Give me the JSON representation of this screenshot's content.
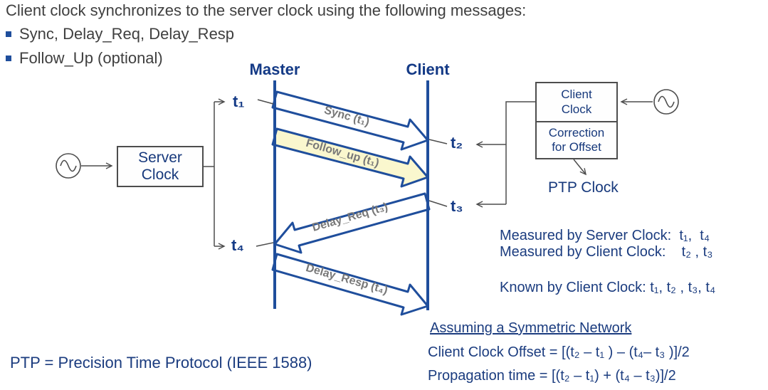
{
  "slide": {
    "title": "Client clock synchronizes to the server clock using the following messages:",
    "bullets": [
      {
        "label": "Sync, Delay_Req, Delay_Resp"
      },
      {
        "label": "Follow_Up (optional)"
      }
    ],
    "footer": "PTP = Precision Time Protocol (IEEE 1588)"
  },
  "sequence_diagram": {
    "lifelines": [
      {
        "label": "Master"
      },
      {
        "label": "Client"
      }
    ],
    "messages": [
      {
        "label": "Sync (t₁)",
        "from": "Master",
        "to": "Client",
        "fill": "#FFFFFF"
      },
      {
        "label": "Follow_up (t₁)",
        "from": "Master",
        "to": "Client",
        "fill": "#FAF7CE"
      },
      {
        "label": "Delay_Req (t₃)",
        "from": "Client",
        "to": "Master",
        "fill": "#FFFFFF"
      },
      {
        "label": "Delay_Resp (t₄)",
        "from": "Master",
        "to": "Client",
        "fill": "#FFFFFF"
      }
    ],
    "timestamps": [
      {
        "label": "t₁"
      },
      {
        "label": "t₂"
      },
      {
        "label": "t₃"
      },
      {
        "label": "t₄"
      }
    ]
  },
  "server_side": {
    "clock_box": "Server Clock"
  },
  "client_side": {
    "clock_box": "Client Clock",
    "correction_box": "Correction for Offset",
    "ptp_clock": "PTP Clock"
  },
  "notes": {
    "measured_by_server": "Measured by Server Clock:  t₁,  t₄",
    "measured_by_client": "Measured by Client Clock:    t₂ , t₃",
    "known_by_client": "Known by Client Clock: t₁, t₂ , t₃, t₄"
  },
  "formulas": {
    "heading": "Assuming a Symmetric Network",
    "offset": "Client Clock Offset = [(t₂ – t₁ ) – (t₄– t₃ )]/2",
    "propagation": "Propagation time = [(t₂ – t₁) + (t₄ – t₃)]/2"
  },
  "colors": {
    "navy_text": "#1B3C7F",
    "diagram_blue": "#1F4E9C",
    "body_gray": "#3F3F3F",
    "arrow_label_gray": "#787878",
    "follow_up_fill": "#FAF7CE",
    "connector_gray": "#4D4D4D"
  }
}
